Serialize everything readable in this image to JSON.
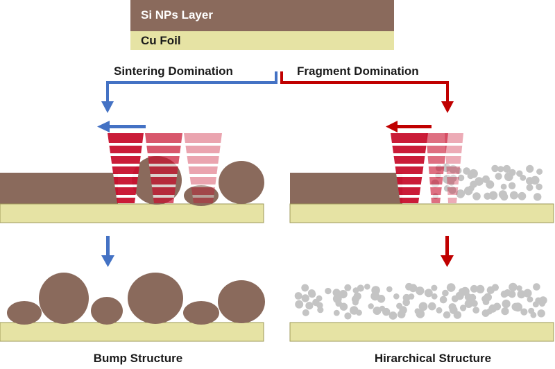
{
  "labels": {
    "si_layer": "Si NPs Layer",
    "cu_foil": "Cu Foil",
    "sintering": "Sintering Domination",
    "fragment": "Fragment Domination",
    "bump": "Bump Structure",
    "hierarchical": "Hirarchical Structure"
  },
  "colors": {
    "si": "#8a6a5c",
    "cu": "#e6e3a4",
    "cu_edge": "#9d9a58",
    "laser": "#c8102e",
    "blue_arrow": "#4472c4",
    "red_arrow": "#c00000",
    "fragment": "#c4c4c4"
  }
}
